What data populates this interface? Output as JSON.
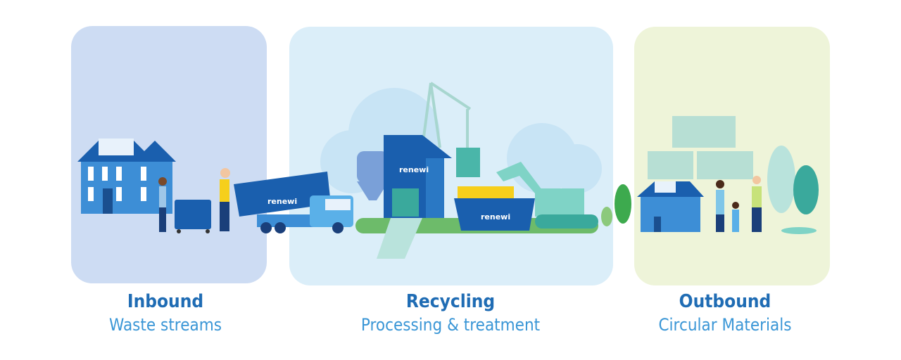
{
  "stages": [
    {
      "title": "Inbound",
      "subtitle": "Waste streams"
    },
    {
      "title": "Recycling",
      "subtitle": "Processing & treatment"
    },
    {
      "title": "Outbound",
      "subtitle": "Circular Materials"
    }
  ],
  "logo_text": "renewi",
  "colors": {
    "inbound_bg": "#cddcf3",
    "recycling_bg": "#dbeef9",
    "outbound_bg": "#eef4d9",
    "title": "#1f6cb4",
    "subtitle": "#3a96d6"
  }
}
